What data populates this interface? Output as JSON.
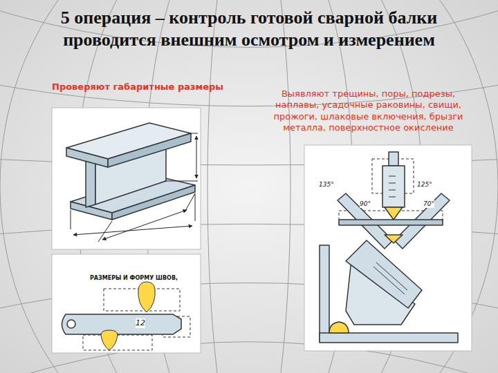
{
  "diagram": {
    "title": "5 операция – контроль готовой сварной балки проводится внешним осмотром и измерением",
    "labels": [
      "Проверяют габаритные размеры",
      "Выявляют трещины, поры, подрезы, наплавы, усадочные раковины, свищи, прожоги, шлаковые включения, брызги металла, поверхностное окисление",
      "РАЗМЕРЫ И ФОРМУ ШВОВ,",
      "12",
      "135°",
      "125°",
      "90°",
      "70°"
    ]
  }
}
